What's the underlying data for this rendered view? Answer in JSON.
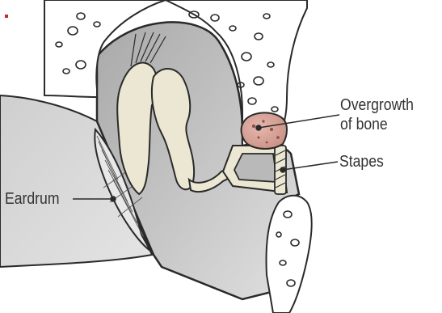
{
  "labels": {
    "overgrowth_line1": "Overgrowth",
    "overgrowth_line2": "of bone",
    "stapes": "Stapes",
    "eardrum": "Eardrum"
  },
  "colors": {
    "outline": "#2a2a2a",
    "bone": "#ece7d2",
    "canal_gray": "#c9c9c9",
    "cavity_gray": "#b5b5b5",
    "overgrowth": "#d4a79f",
    "skull": "#ffffff"
  }
}
